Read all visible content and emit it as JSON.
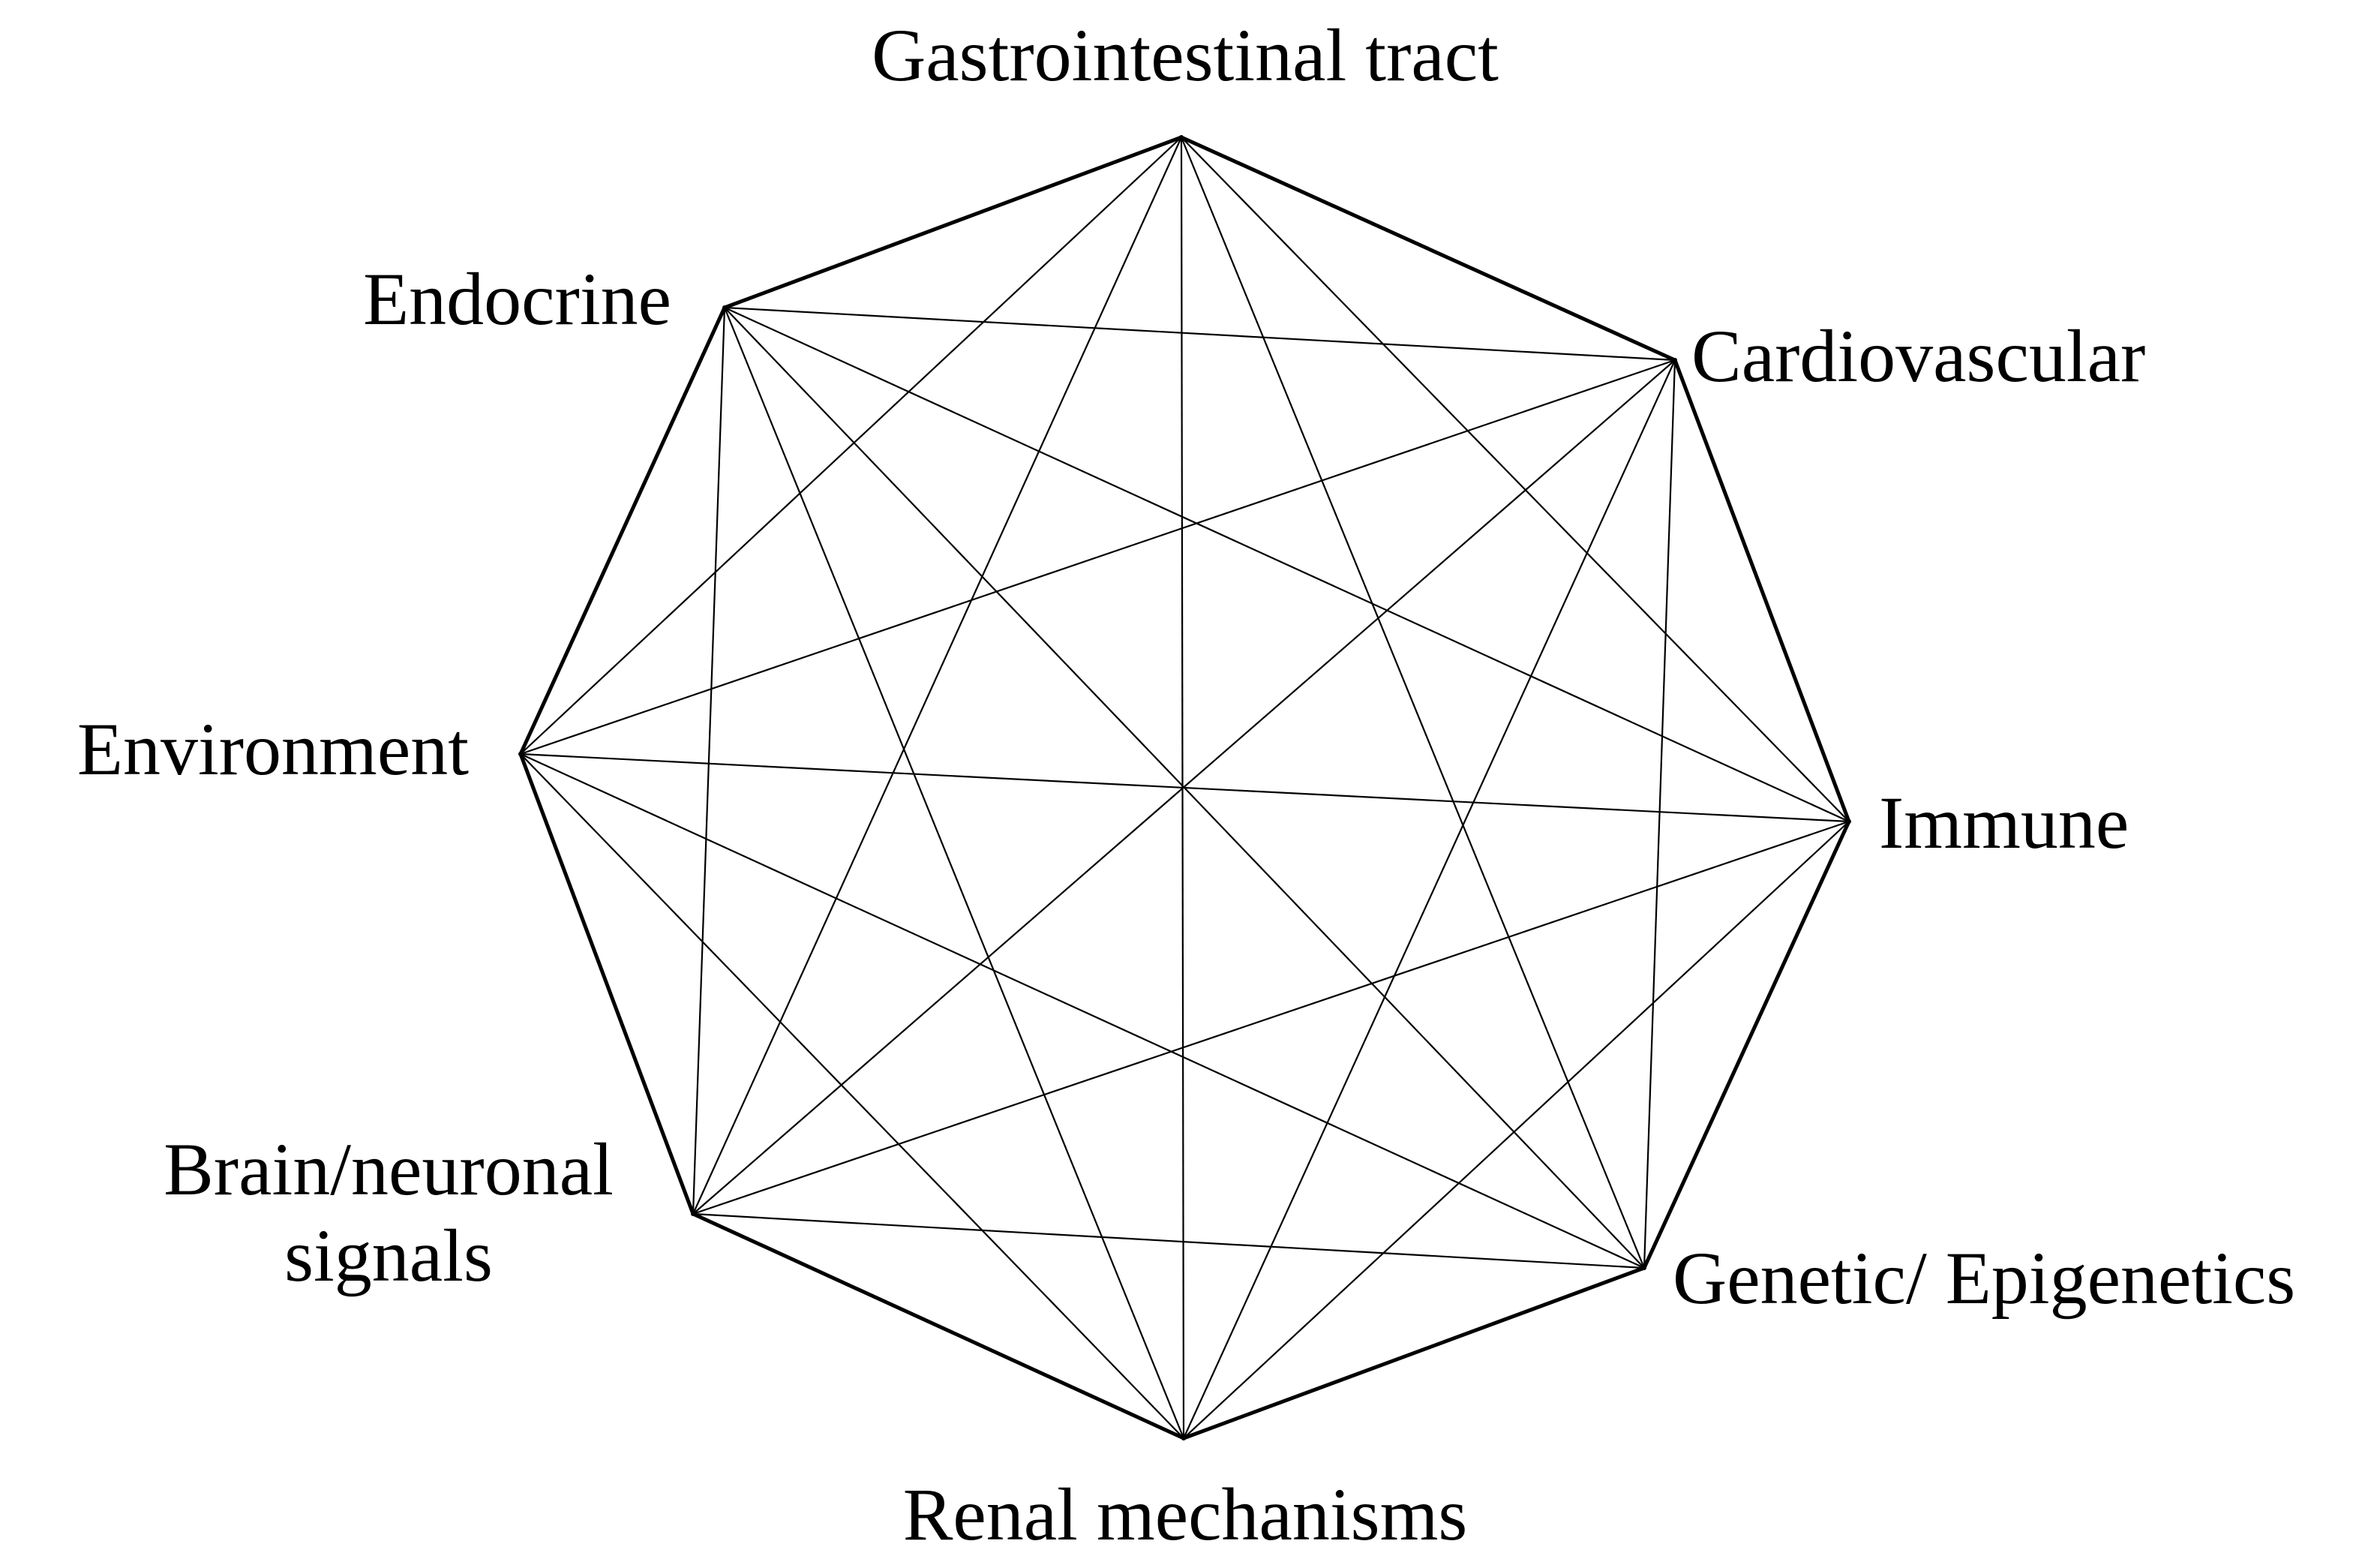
{
  "diagram": {
    "type": "complete-graph-octagon",
    "nodes": [
      {
        "id": "gi",
        "label": "Gastrointestinal tract"
      },
      {
        "id": "cardio",
        "label": "Cardiovascular"
      },
      {
        "id": "immune",
        "label": "Immune"
      },
      {
        "id": "genetic",
        "label": "Genetic/ Epigenetics"
      },
      {
        "id": "renal",
        "label": "Renal mechanisms"
      },
      {
        "id": "brain",
        "label": "Brain/neuronal",
        "label_line2": "signals"
      },
      {
        "id": "environment",
        "label": "Environment"
      },
      {
        "id": "endocrine",
        "label": "Endocrine"
      }
    ],
    "connectivity": "every node connected to every other node"
  }
}
